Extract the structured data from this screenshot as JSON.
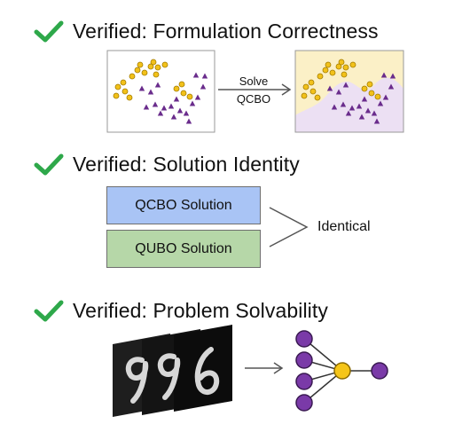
{
  "sections": {
    "formulation": {
      "title": "Verified: Formulation Correctness",
      "solve_line1": "Solve",
      "solve_line2": "QCBO"
    },
    "identity": {
      "title": "Verified: Solution Identity",
      "qcbo_label": "QCBO Solution",
      "qubo_label": "QUBO Solution",
      "identical_label": "Identical"
    },
    "solvability": {
      "title": "Verified: Problem Solvability"
    }
  },
  "colors": {
    "check": "#2ea84a",
    "circle_class": "#f2c11a",
    "triangle_class": "#6a2c8c",
    "region_yellow": "#fbf0c7",
    "region_purple": "#ece0f3",
    "qcbo_box": "#a9c4f5",
    "qubo_box": "#b6d7a8",
    "nn_input_node": "#7a3aa8",
    "nn_hidden_node": "#f5c518"
  },
  "icons": [
    "check-icon",
    "arrow-right-icon",
    "bracket-merge-icon",
    "digit-card-icon",
    "neural-network-icon"
  ],
  "digit_cards": [
    "9",
    "9",
    "6"
  ]
}
